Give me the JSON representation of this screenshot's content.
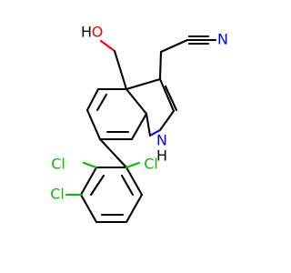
{
  "molecule": {
    "labels": {
      "hydroxyl_h": "H",
      "hydroxyl_o": "O",
      "nitrile_n": "N",
      "indole_n_h": "H",
      "indole_n": "N",
      "cl_top_left": "Cl",
      "cl_top_right": "Cl",
      "cl_bottom_left": "Cl"
    },
    "colors": {
      "carbon": "#000000",
      "oxygen": "#ff0000",
      "nitrogen": "#0000ff",
      "chlorine": "#00c000",
      "hydrogen": "#000000"
    }
  }
}
